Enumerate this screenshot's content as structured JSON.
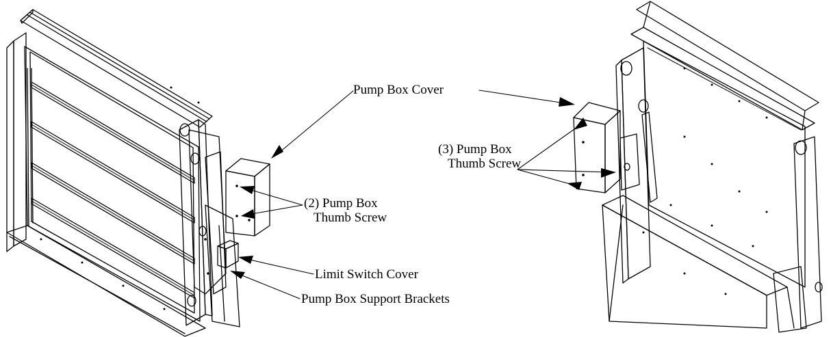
{
  "callouts": {
    "pump_box_cover": "Pump Box Cover",
    "pump_box_thumb_screw_2": [
      "(2) Pump Box",
      "Thumb Screw"
    ],
    "pump_box_thumb_screw_3": [
      "(3) Pump Box",
      "Thumb Screw"
    ],
    "limit_switch_cover": "Limit Switch Cover",
    "pump_box_support_brackets": "Pump Box Support Brackets"
  },
  "colors": {
    "ink": "#000000",
    "paper": "#ffffff",
    "line_light": "#333333"
  }
}
